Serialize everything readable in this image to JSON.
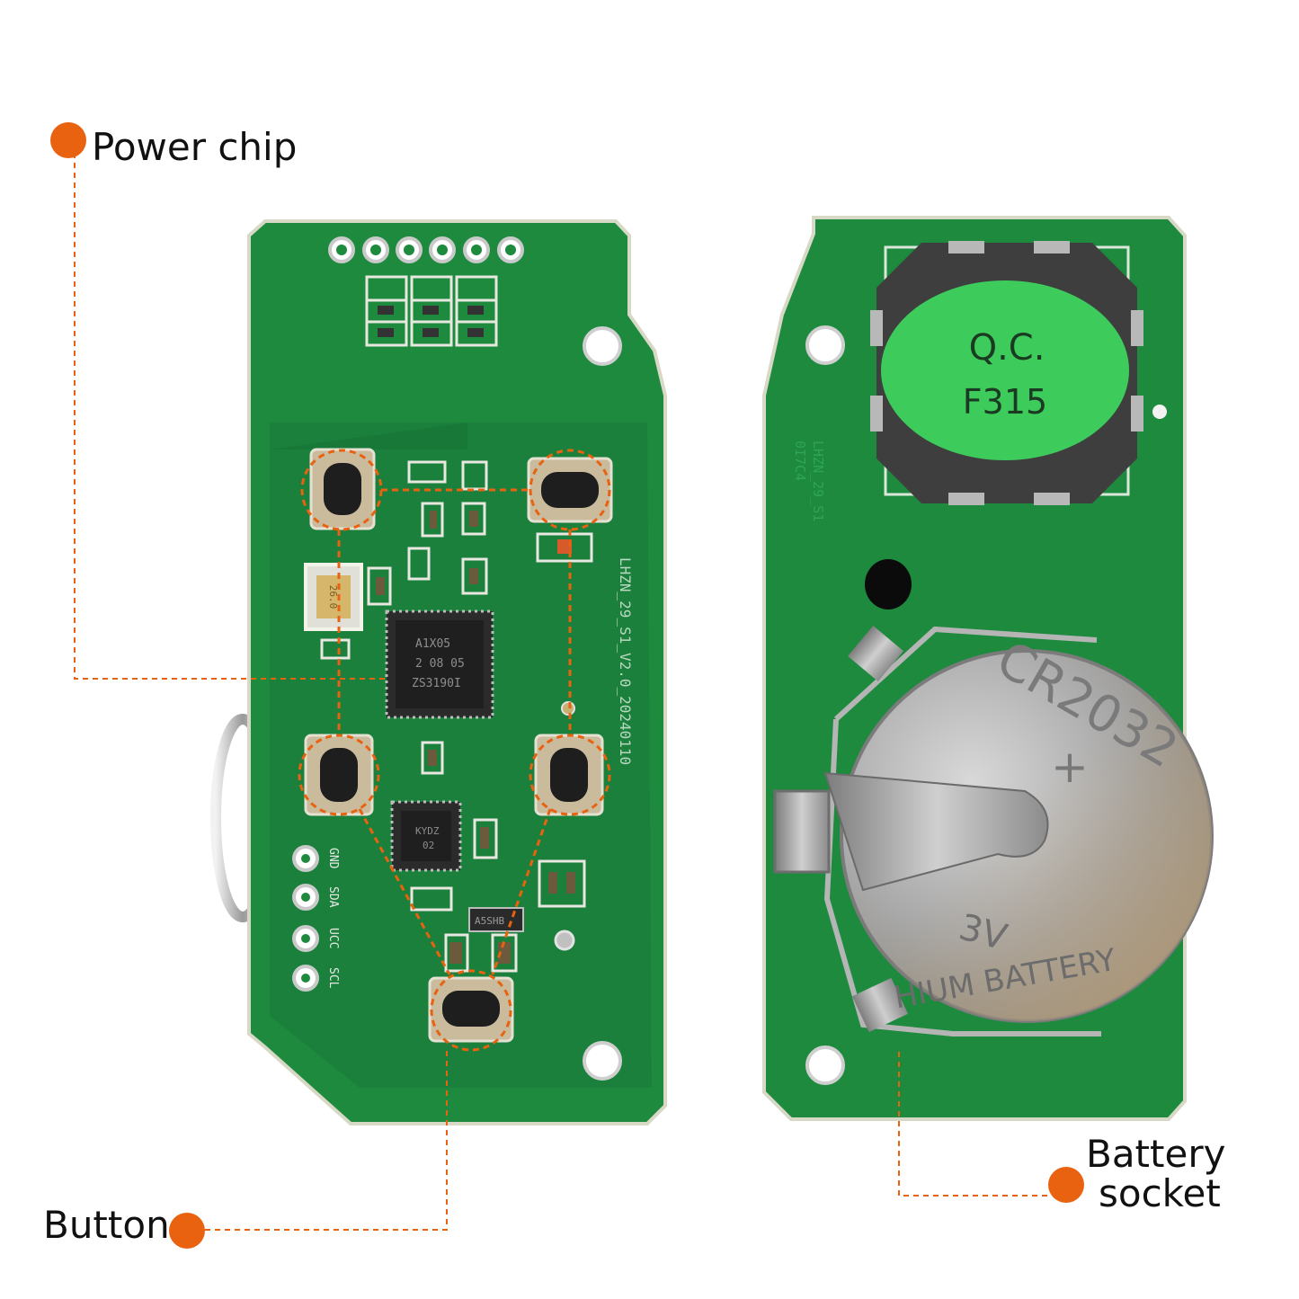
{
  "callouts": {
    "power_chip": "Power chip",
    "button": "Button",
    "battery_line1": "Battery",
    "battery_line2": "socket"
  },
  "front_board": {
    "pins": [
      "GND",
      "SDA",
      "UCC",
      "SCL"
    ],
    "main_chip_lines": [
      "A1X05",
      "2 08 05",
      "ZS3190I"
    ],
    "small_chip_lines": [
      "KYDZ",
      "02"
    ],
    "crystal_text": "26.0",
    "transistor_text": "A5SHB",
    "board_code": "LHZN_29_S1_V2.0_20240110"
  },
  "back_board": {
    "sticker_line1": "Q.C.",
    "sticker_line2": "F315",
    "silk_line1": "LHZN_29_S1",
    "silk_line2": "0I7C4",
    "battery_model": "CR2032",
    "battery_plus": "+",
    "battery_voltage": "3V",
    "battery_text": "HIUM BATTERY"
  },
  "colors": {
    "accent": "#e8620f",
    "pcb": "#1d8a3e",
    "sticker": "#3dcc5c"
  }
}
